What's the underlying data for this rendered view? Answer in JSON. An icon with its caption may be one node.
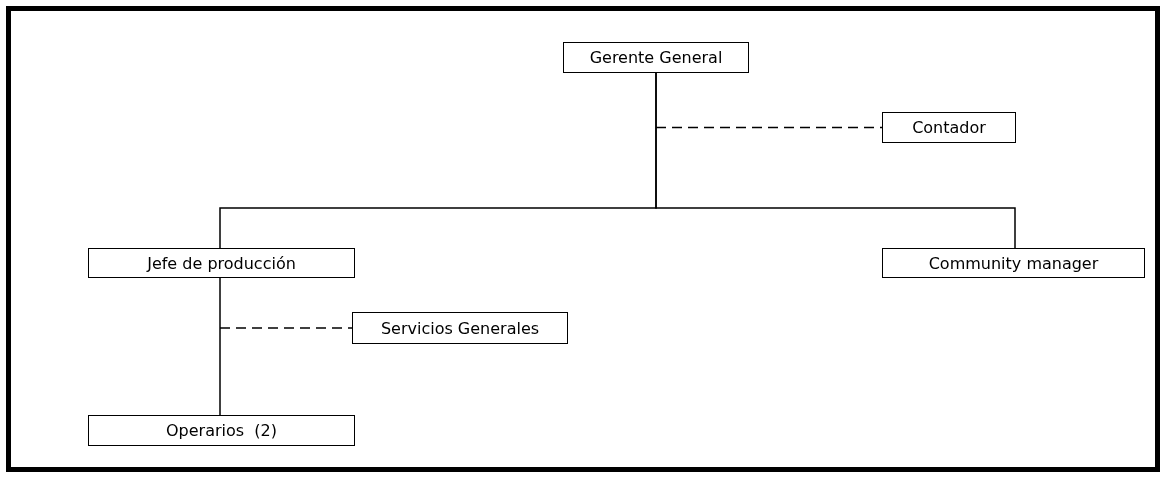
{
  "diagram": {
    "nodes": [
      {
        "text": [
          "Gerente General"
        ]
      },
      {
        "text": [
          "Contador"
        ]
      },
      {
        "text": [
          "Jefe de producción"
        ]
      },
      {
        "text": [
          "Community manager"
        ]
      },
      {
        "text": [
          "Servicios Generales"
        ]
      },
      {
        "text": [
          "Operarios  (2)"
        ]
      }
    ],
    "edges": [
      {
        "from": 0,
        "to": 1,
        "arrow": "none",
        "style": "dashed"
      },
      {
        "from": 0,
        "to": 2,
        "arrow": "none"
      },
      {
        "from": 0,
        "to": 3,
        "arrow": "none"
      },
      {
        "from": 2,
        "to": 4,
        "arrow": "none",
        "style": "dashed"
      },
      {
        "from": 2,
        "to": 5,
        "arrow": "none"
      }
    ]
  }
}
